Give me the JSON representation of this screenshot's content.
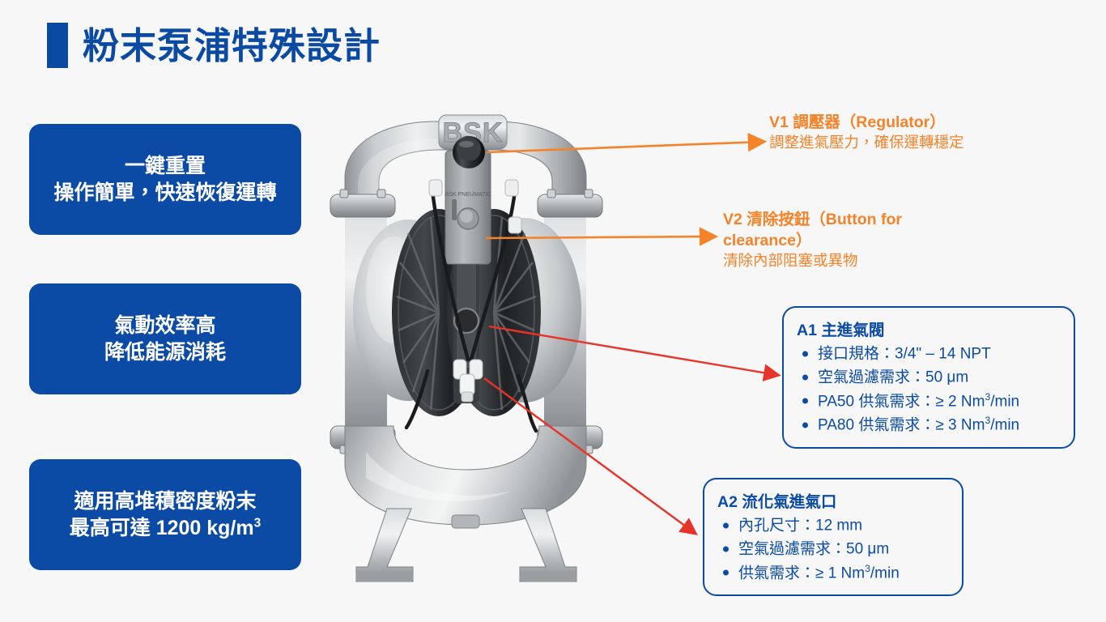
{
  "page": {
    "background": "#f7f7f7",
    "brand_blue": "#0b4ba5",
    "accent_orange": "#f5832a",
    "arrow_red": "#e8332a"
  },
  "title": {
    "text": "粉末泵浦特殊設計",
    "marker_color": "#0a4aa3"
  },
  "feature_cards": [
    {
      "id": "card-1",
      "line1": "一鍵重置",
      "line2": "操作簡單，快速恢復運轉"
    },
    {
      "id": "card-2",
      "line1": "氣動效率高",
      "line2": "降低能源消耗"
    },
    {
      "id": "card-3",
      "line1": "適用高堆積密度粉末",
      "line2_prefix": "最高可達 1200 kg/m",
      "line2_sup": "3"
    }
  ],
  "product_image": {
    "brand_plate": "BSK",
    "alt": "BSK 氣動雙隔膜粉末泵浦"
  },
  "callouts": [
    {
      "id": "label-v1",
      "code": "V1",
      "title": "V1 調壓器（Regulator）",
      "subtitle": "調整進氣壓力，確保運轉穩定",
      "color": "#f5832a"
    },
    {
      "id": "label-v2",
      "code": "V2",
      "title_line1": "V2 清除按鈕（Button for",
      "title_line2": "clearance）",
      "subtitle": "清除內部阻塞或異物",
      "color": "#f5832a"
    }
  ],
  "spec_boxes": [
    {
      "id": "box-a1",
      "code": "A1",
      "title": "A1 主進氣閥",
      "items": [
        {
          "text_prefix": "接口規格：3/4\" – 14 NPT",
          "sup": "",
          "text_suffix": ""
        },
        {
          "text_prefix": "空氣過濾需求：50 μm",
          "sup": "",
          "text_suffix": ""
        },
        {
          "text_prefix": "PA50 供氣需求：≥ 2 Nm",
          "sup": "3",
          "text_suffix": "/min"
        },
        {
          "text_prefix": "PA80 供氣需求：≥ 3 Nm",
          "sup": "3",
          "text_suffix": "/min"
        }
      ]
    },
    {
      "id": "box-a2",
      "code": "A2",
      "title": "A2 流化氣進氣口",
      "items": [
        {
          "text_prefix": "內孔尺寸：12 mm",
          "sup": "",
          "text_suffix": ""
        },
        {
          "text_prefix": "空氣過濾需求：50 μm",
          "sup": "",
          "text_suffix": ""
        },
        {
          "text_prefix": "供氣需求：≥ 1 Nm",
          "sup": "3",
          "text_suffix": "/min"
        }
      ]
    }
  ]
}
